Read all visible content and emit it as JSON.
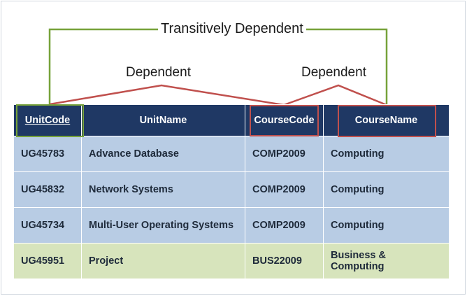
{
  "labels": {
    "transitive": "Transitively Dependent",
    "dependent_left": "Dependent",
    "dependent_right": "Dependent"
  },
  "table": {
    "columns": [
      {
        "label": "UnitCode",
        "underlined": true
      },
      {
        "label": "UnitName",
        "underlined": false
      },
      {
        "label": "CourseCode",
        "underlined": false
      },
      {
        "label": "CourseName",
        "underlined": false
      }
    ],
    "rows": [
      {
        "cells": [
          "UG45783",
          "Advance Database",
          "COMP2009",
          "Computing"
        ],
        "color": "blue"
      },
      {
        "cells": [
          "UG45832",
          "Network Systems",
          "COMP2009",
          "Computing"
        ],
        "color": "blue"
      },
      {
        "cells": [
          "UG45734",
          "Multi-User Operating Systems",
          "COMP2009",
          "Computing"
        ],
        "color": "blue"
      },
      {
        "cells": [
          "UG45951",
          "Project",
          "BUS22009",
          "Business & Computing"
        ],
        "color": "green"
      }
    ]
  },
  "colors": {
    "header_bg": "#1f3864",
    "row_blue": "#b8cce4",
    "row_green": "#d7e4bc",
    "green_line": "#77a23a",
    "red_line": "#c0504d"
  }
}
